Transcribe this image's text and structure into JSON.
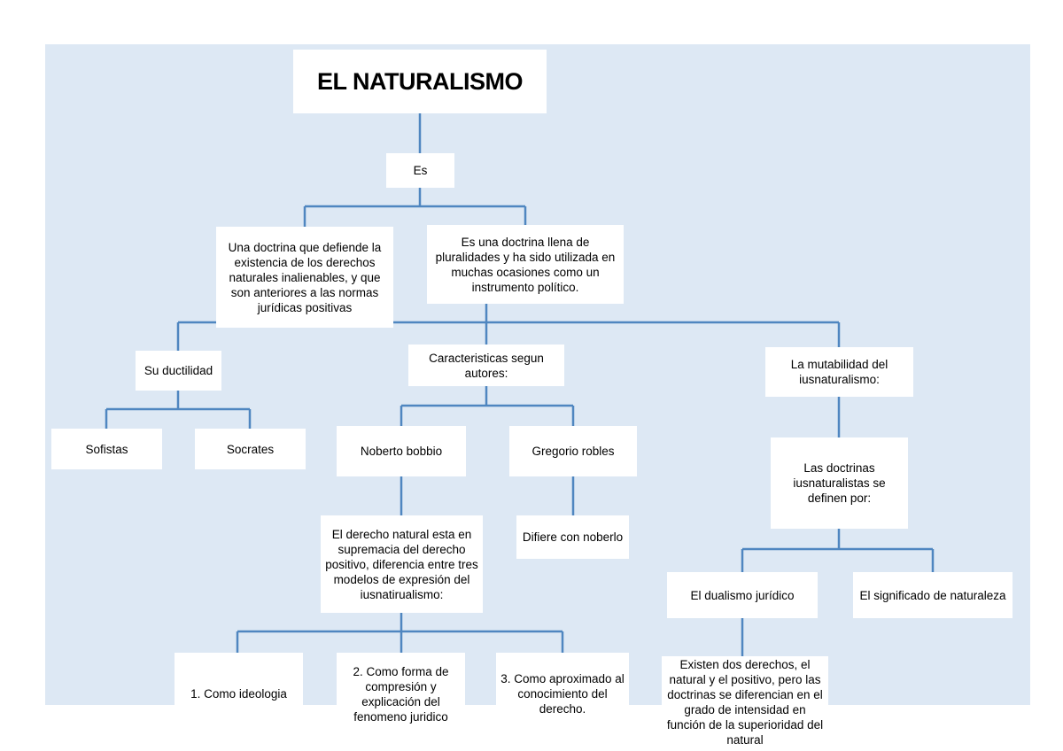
{
  "diagram": {
    "title": "EL NATURALISMO",
    "nodes": {
      "es": "Es",
      "doctrina_derechos": "Una doctrina que defiende la existencia de los derechos naturales inalienables, y que son anteriores a las normas jurídicas positivas",
      "doctrina_pluralidades": "Es una doctrina llena de pluralidades y ha sido utilizada en muchas ocasiones como un instrumento político.",
      "su_ductilidad": "Su ductilidad",
      "caracteristicas": "Caracteristicas segun autores:",
      "mutabilidad": "La mutabilidad del iusnaturalismo:",
      "sofistas": "Sofistas",
      "socrates": "Socrates",
      "noberto_bobbio": "Noberto bobbio",
      "gregorio_robles": "Gregorio robles",
      "doctrinas_definen": "Las doctrinas iusnaturalistas se definen por:",
      "derecho_natural": "El derecho natural esta en supremacia del derecho positivo, diferencia entre tres modelos de expresión del iusnatirualismo:",
      "difiere": "Difiere con noberlo",
      "dualismo": "El dualismo jurídico",
      "significado": "El significado de naturaleza",
      "ideologia": "1. Como ideologia",
      "forma_comprension": "2. Como forma de compresión y explicación del fenomeno juridico",
      "aproximado": "3. Como aproximado al conocimiento del derecho.",
      "existen": "Existen  dos derechos, el natural  y el positivo, pero las doctrinas se diferencian en el grado de intensidad en función de la superioridad del natural"
    },
    "colors": {
      "background_panel": "#dde8f4",
      "connector": "#4f86c0",
      "box_fill": "#ffffff"
    }
  }
}
